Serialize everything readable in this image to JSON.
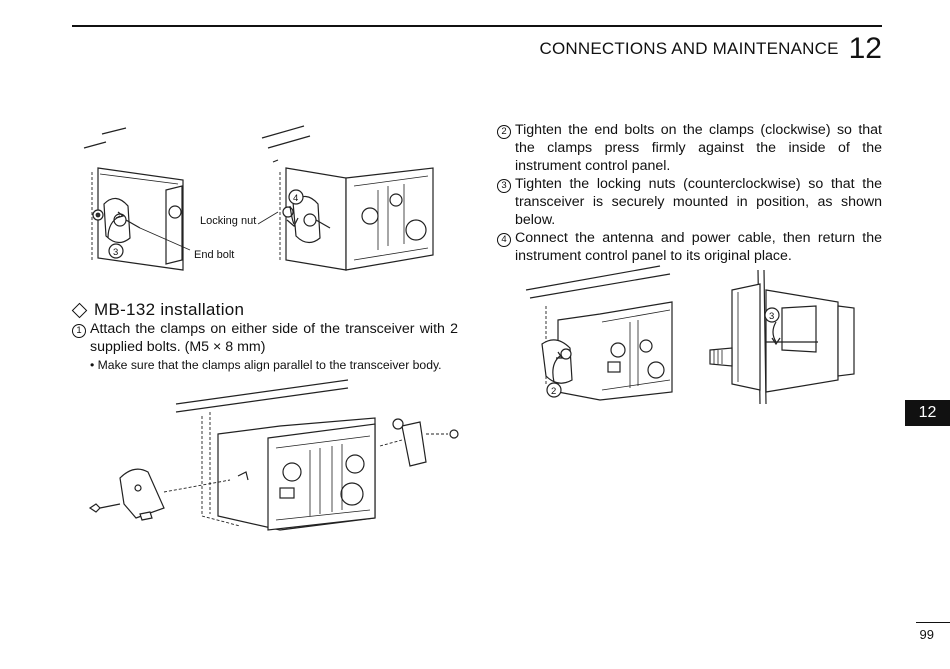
{
  "header": {
    "section_title": "CONNECTIONS AND MAINTENANCE",
    "chapter_number": "12"
  },
  "right_steps": [
    {
      "marker": "2",
      "text": "Tighten the end bolts on the clamps (clockwise) so that the clamps press firmly against the inside of the instrument control panel."
    },
    {
      "marker": "3",
      "text": "Tighten the locking nuts (counterclockwise) so that the transceiver is securely mounted in position, as shown below."
    },
    {
      "marker": "4",
      "text": "Connect the antenna and power cable, then return the instrument control panel to its original place."
    }
  ],
  "figure_top_left": {
    "callouts": {
      "locking_nut": "Locking nut",
      "end_bolt": "End bolt"
    },
    "markers": {
      "left": "3",
      "right": "4"
    }
  },
  "section": {
    "title": "MB-132 installation",
    "step1": {
      "marker": "1",
      "text": "Attach the clamps on either side of the transceiver with 2 supplied bolts. (M5 × 8 mm)"
    },
    "note": "• Make sure that the clamps align parallel to the transceiver body."
  },
  "figure_right": {
    "markers": {
      "left": "2",
      "right": "3"
    }
  },
  "side_tab": "12",
  "page_number": "99"
}
